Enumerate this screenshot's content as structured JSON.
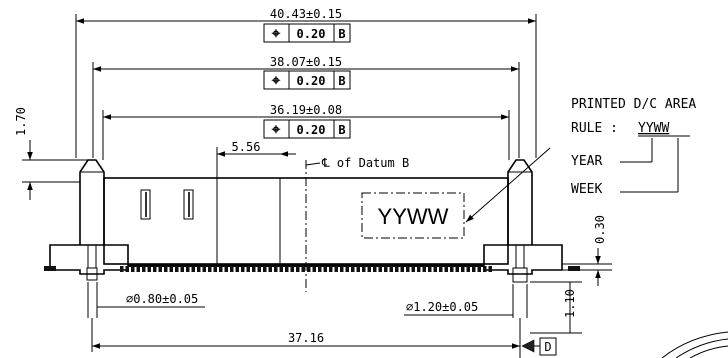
{
  "dimensions": {
    "overall_width": "40.43±0.15",
    "mid_width": "38.07±0.15",
    "inner_width": "36.19±0.08",
    "pin_span": "37.16",
    "offset": "5.56",
    "post_height": "1.70",
    "board_thickness": "0.30",
    "standoff": "1.10",
    "hole_small": "⌀0.80±0.05",
    "hole_large": "⌀1.20±0.05"
  },
  "tolerance_frames": [
    {
      "symbol": "⌖",
      "value": "0.20",
      "datum": "B"
    },
    {
      "symbol": "⌖",
      "value": "0.20",
      "datum": "B"
    },
    {
      "symbol": "⌖",
      "value": "0.20",
      "datum": "B"
    }
  ],
  "datum_b_label": "℄ of Datum B",
  "datum_d_label": "D",
  "date_code": {
    "title": "PRINTED D/C AREA",
    "rule_label": "RULE :",
    "rule_value": "YYWW",
    "year_label": "YEAR",
    "week_label": "WEEK",
    "box_text": "YYWW"
  }
}
